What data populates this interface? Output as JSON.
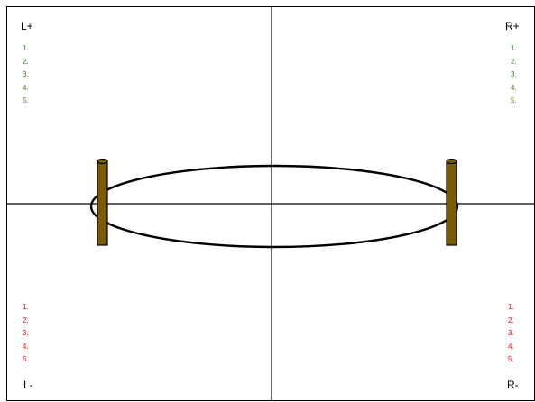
{
  "quadrants": {
    "left_positive": {
      "label": "L+",
      "items": [
        "1.",
        "2.",
        "3.",
        "4.",
        "5."
      ]
    },
    "right_positive": {
      "label": "R+",
      "items": [
        "1.",
        "2.",
        "3.",
        "4.",
        "5."
      ]
    },
    "left_negative": {
      "label": "L-",
      "items": [
        "1.",
        "2.",
        "3.",
        "4.",
        "5."
      ]
    },
    "right_negative": {
      "label": "R-",
      "items": [
        "1.",
        "2.",
        "3.",
        "4.",
        "5."
      ]
    }
  },
  "colors": {
    "positive_list": "#3f7f1f",
    "negative_list": "#ff0000",
    "post_fill": "#7b5b00",
    "line": "#000000"
  },
  "icons": {
    "left_post": "wooden-post-icon",
    "right_post": "wooden-post-icon",
    "loop": "ellipse-loop"
  }
}
